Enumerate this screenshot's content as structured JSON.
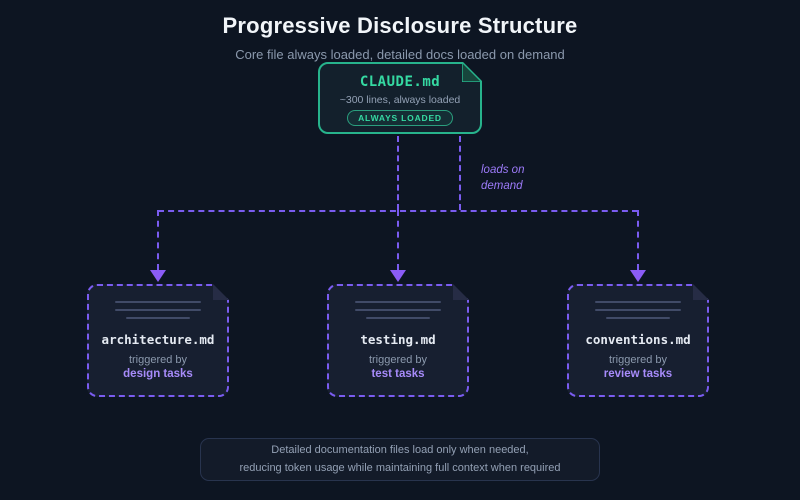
{
  "header": {
    "title": "Progressive Disclosure Structure",
    "subtitle": "Core file always loaded, detailed docs loaded on demand"
  },
  "root_card": {
    "filename": "CLAUDE.md",
    "meta": "~300 lines, always loaded",
    "badge": "ALWAYS LOADED"
  },
  "edge_label": "loads on demand",
  "child_cards": [
    {
      "filename": "architecture.md",
      "trigger_prefix": "triggered by",
      "trigger": "design tasks"
    },
    {
      "filename": "testing.md",
      "trigger_prefix": "triggered by",
      "trigger": "test tasks"
    },
    {
      "filename": "conventions.md",
      "trigger_prefix": "triggered by",
      "trigger": "review tasks"
    }
  ],
  "footer": {
    "line1": "Detailed documentation files load only when needed,",
    "line2": "reducing token usage while maintaining full context when required"
  },
  "colors": {
    "background": "#0d1522",
    "teal_border": "#27b38c",
    "teal_text": "#35d9a2",
    "purple": "#8b5cf6",
    "purple_light": "#a78bfa"
  }
}
